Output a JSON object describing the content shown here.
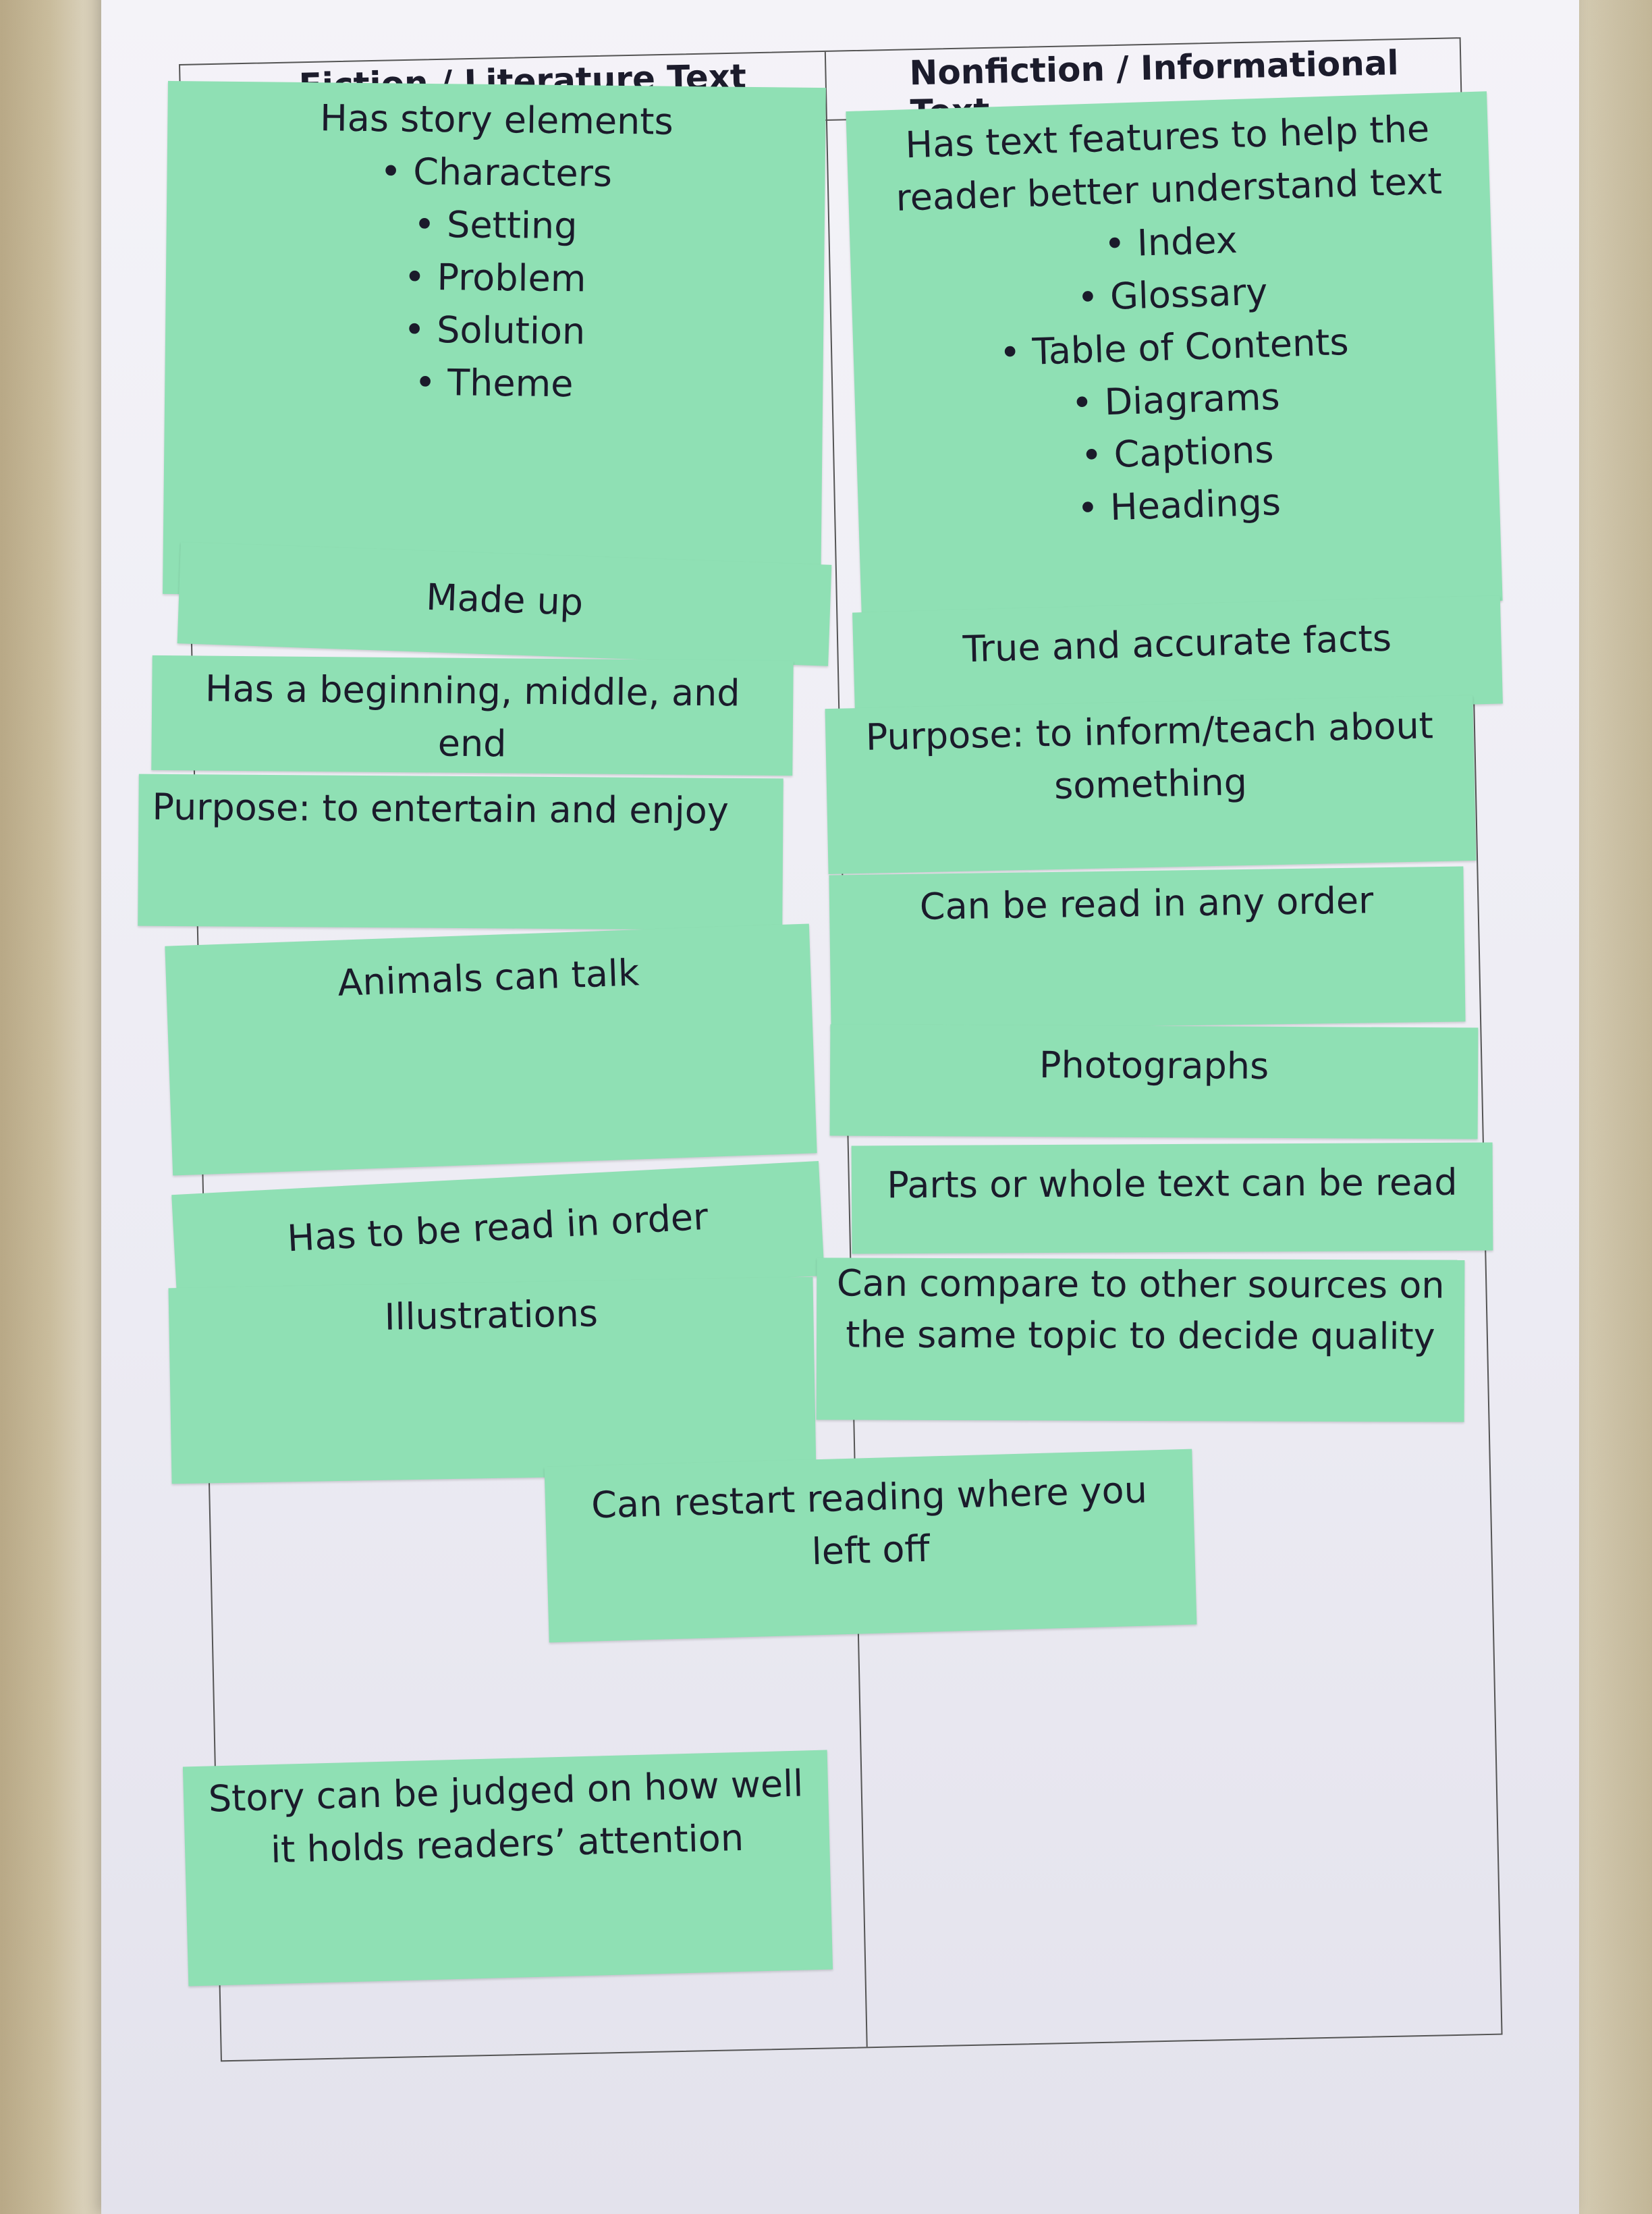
{
  "page": {
    "title": "Fiction vs. Nonfiction"
  },
  "columns": {
    "fiction_header": "Fiction / Literature Text",
    "nonfiction_header": "Nonfiction / Informational Text"
  },
  "fiction_cards": {
    "story_elements": {
      "heading": "Has story elements",
      "items": [
        "Characters",
        "Setting",
        "Problem",
        "Solution",
        "Theme"
      ]
    },
    "made_up": "Made up",
    "beginning": "Has a beginning, middle, and end",
    "purpose": "Purpose: to entertain and enjoy",
    "animals": "Animals can talk",
    "in_order": "Has to be read in order",
    "illustrations": "Illustrations",
    "judged": "Story can be judged on how well it holds readers’ attention"
  },
  "nonfiction_cards": {
    "text_features": {
      "heading": "Has text features to help the reader better understand text",
      "items": [
        "Index",
        "Glossary",
        "Table of Contents",
        "Diagrams",
        "Captions",
        "Headings"
      ]
    },
    "facts": "True and accurate facts",
    "purpose": "Purpose: to inform/teach about something",
    "any_order": "Can be read in any order",
    "photographs": "Photographs",
    "parts": "Parts or whole text can be read",
    "compare": "Can compare to other sources on the same topic to decide quality"
  },
  "center_cards": {
    "restart": "Can restart reading where you left off"
  },
  "colors": {
    "card_green": "#8fe0b4",
    "paper": "#eeedf4",
    "background": "#d4cbb2"
  }
}
